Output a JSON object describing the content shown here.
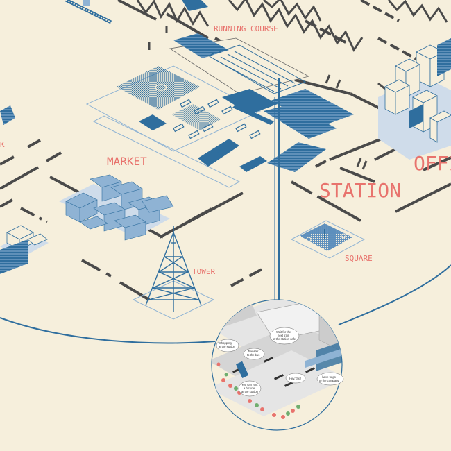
{
  "labels": {
    "running_course": "RUNNING COURSE",
    "market": "MARKET",
    "station": "STATION",
    "offi": "OFFI",
    "tower": "TOWER",
    "square": "SQUARE",
    "k": "K"
  },
  "callouts": {
    "shopping": [
      "Shopping",
      "at the station"
    ],
    "wait": [
      "Wait for the",
      "next train",
      "at the station cafe"
    ],
    "transfer": [
      "Transfer",
      "to the bus"
    ],
    "rent": [
      "You can rent",
      "a bicycle",
      "at the station"
    ],
    "taxi": [
      "Hey,Taxi!"
    ],
    "company": [
      "I have to go",
      "to the company"
    ]
  },
  "colors": {
    "background": "#f6efdc",
    "blue_dark": "#2f6e9e",
    "blue_light": "#8fb3d4",
    "route": "#4a4a4a",
    "label": "#e8736d"
  }
}
